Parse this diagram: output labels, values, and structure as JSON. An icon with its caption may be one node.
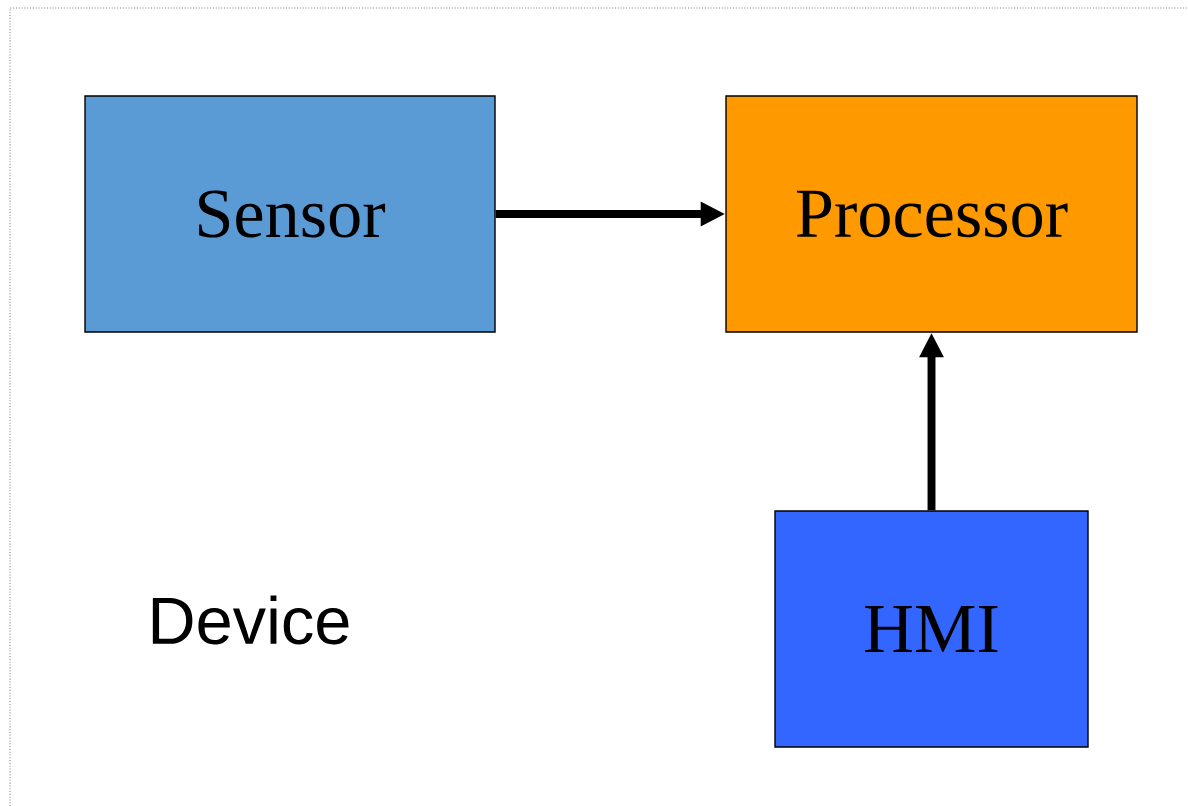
{
  "diagram": {
    "nodes": [
      {
        "text": [
          "Device"
        ]
      },
      {
        "text": [
          "Sensor"
        ],
        "in": 0
      },
      {
        "text": [
          "Processor"
        ],
        "in": 0
      },
      {
        "text": [
          "HMI"
        ],
        "in": 0
      }
    ],
    "edges": [
      {
        "from": 1,
        "to": 2,
        "arrow": "to"
      },
      {
        "from": 3,
        "to": 2,
        "arrow": "to"
      }
    ]
  }
}
